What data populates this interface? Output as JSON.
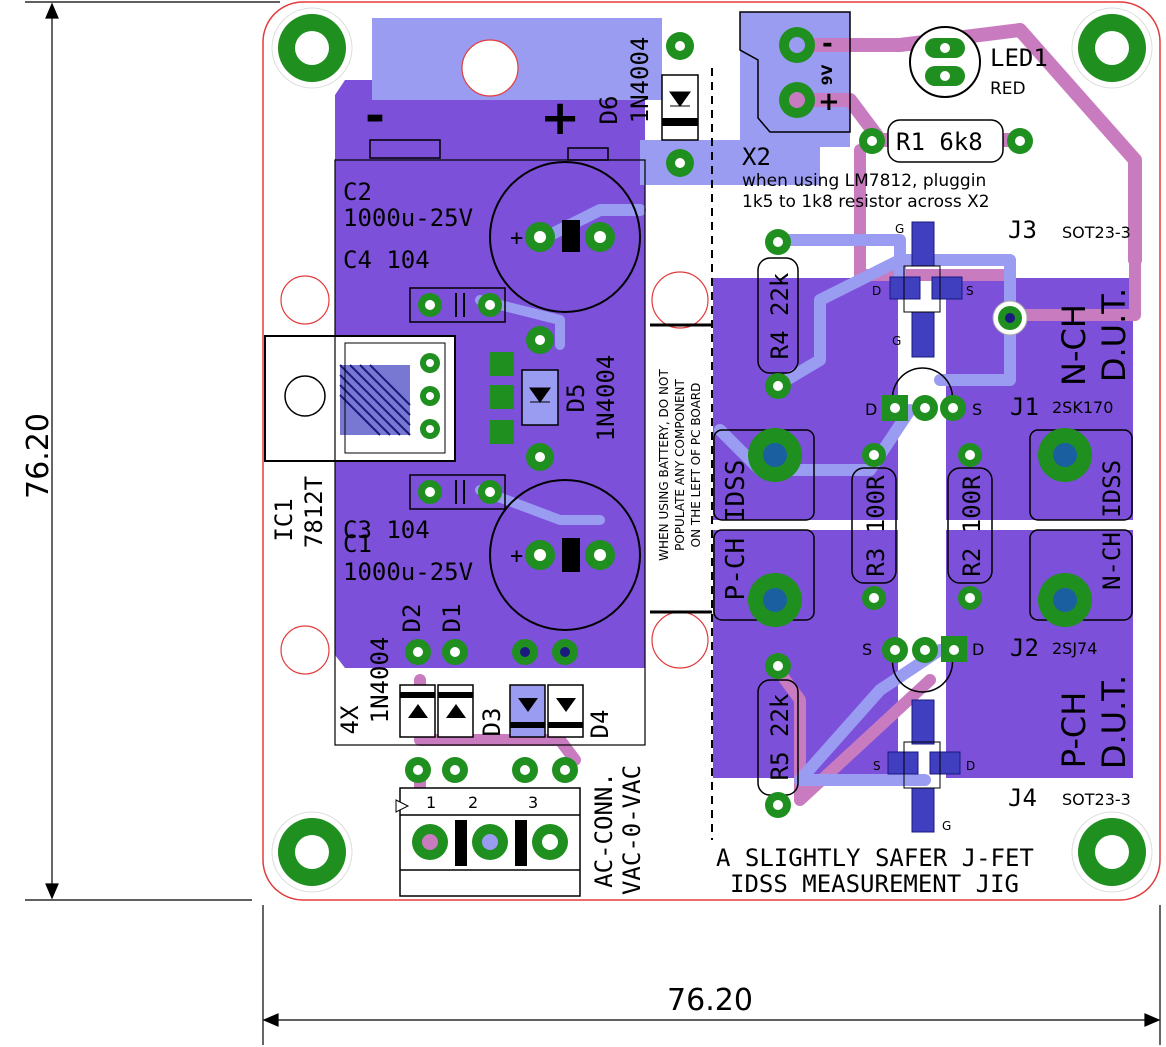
{
  "dimensions": {
    "horizontal": "76.20",
    "vertical": "76.20"
  },
  "board_title": {
    "line1": "A SLIGHTLY SAFER J-FET",
    "line2": "IDSS MEASUREMENT JIG"
  },
  "parts": {
    "c2": {
      "ref": "C2",
      "value": "1000u-25V"
    },
    "c1": {
      "ref": "C1",
      "value": "1000u-25V"
    },
    "c4": {
      "label": "C4 104"
    },
    "c3": {
      "label": "C3 104"
    },
    "ic1": {
      "ref": "IC1",
      "value": "7812T"
    },
    "d5": {
      "ref": "D5",
      "value": "1N4004"
    },
    "d6": {
      "ref": "D6",
      "value": "1N4004"
    },
    "d1": {
      "ref": "D1"
    },
    "d2": {
      "ref": "D2"
    },
    "d3": {
      "ref": "D3"
    },
    "d4": {
      "ref": "D4"
    },
    "d1_4_value": {
      "count": "4X",
      "value": "1N4004"
    },
    "x2": {
      "ref": "X2",
      "minus": "-",
      "plus": "+",
      "voltage": "9V"
    },
    "x2_note": {
      "line1": "when using LM7812, pluggin",
      "line2": "1k5 to 1k8 resistor across X2"
    },
    "led1": {
      "ref": "LED1",
      "color": "RED"
    },
    "r1": {
      "label": "R1 6k8"
    },
    "r2": {
      "label": "R2 100R"
    },
    "r3": {
      "label": "R3 100R"
    },
    "r4": {
      "label": "R4 22k"
    },
    "r5": {
      "label": "R5 22k"
    },
    "j1": {
      "ref": "J1",
      "part": "2SK170"
    },
    "j2": {
      "ref": "J2",
      "part": "2SJ74"
    },
    "j3": {
      "ref": "J3",
      "package": "SOT23-3"
    },
    "j4": {
      "ref": "J4",
      "package": "SOT23-3"
    },
    "ac_conn": {
      "line1": "AC-CONN.",
      "line2": "VAC-0-VAC",
      "pin1": "1",
      "pin2": "2",
      "pin3": "3"
    }
  },
  "board_text": {
    "minus_sign": "-",
    "plus_sign": "+",
    "battery_warning": [
      "WHEN USING BATTERY, DO NOT",
      "POPULATE ANY COMPONENT",
      "ON THE LEFT OF PC BOARD"
    ],
    "pch_idss": "P-CH IDSS",
    "nch_idss": "N-CH IDSS",
    "nch_dut": [
      "N-CH",
      "D.U.T."
    ],
    "pch_dut": [
      "P-CH",
      "D.U.T."
    ]
  },
  "pin_labels": {
    "j1": [
      "D",
      "S"
    ],
    "j2": [
      "S",
      "D"
    ],
    "j3": [
      "G",
      "D",
      "S",
      "G"
    ],
    "j4": [
      "S",
      "D",
      "G"
    ]
  },
  "colors": {
    "board_outline": "#e33b3b",
    "copper_top": "#7c50d9",
    "copper_bottom": "#9a9cf2",
    "trace_pink": "#c87bbf",
    "pad_green": "#1f8f1f",
    "silkscreen": "#000000"
  }
}
